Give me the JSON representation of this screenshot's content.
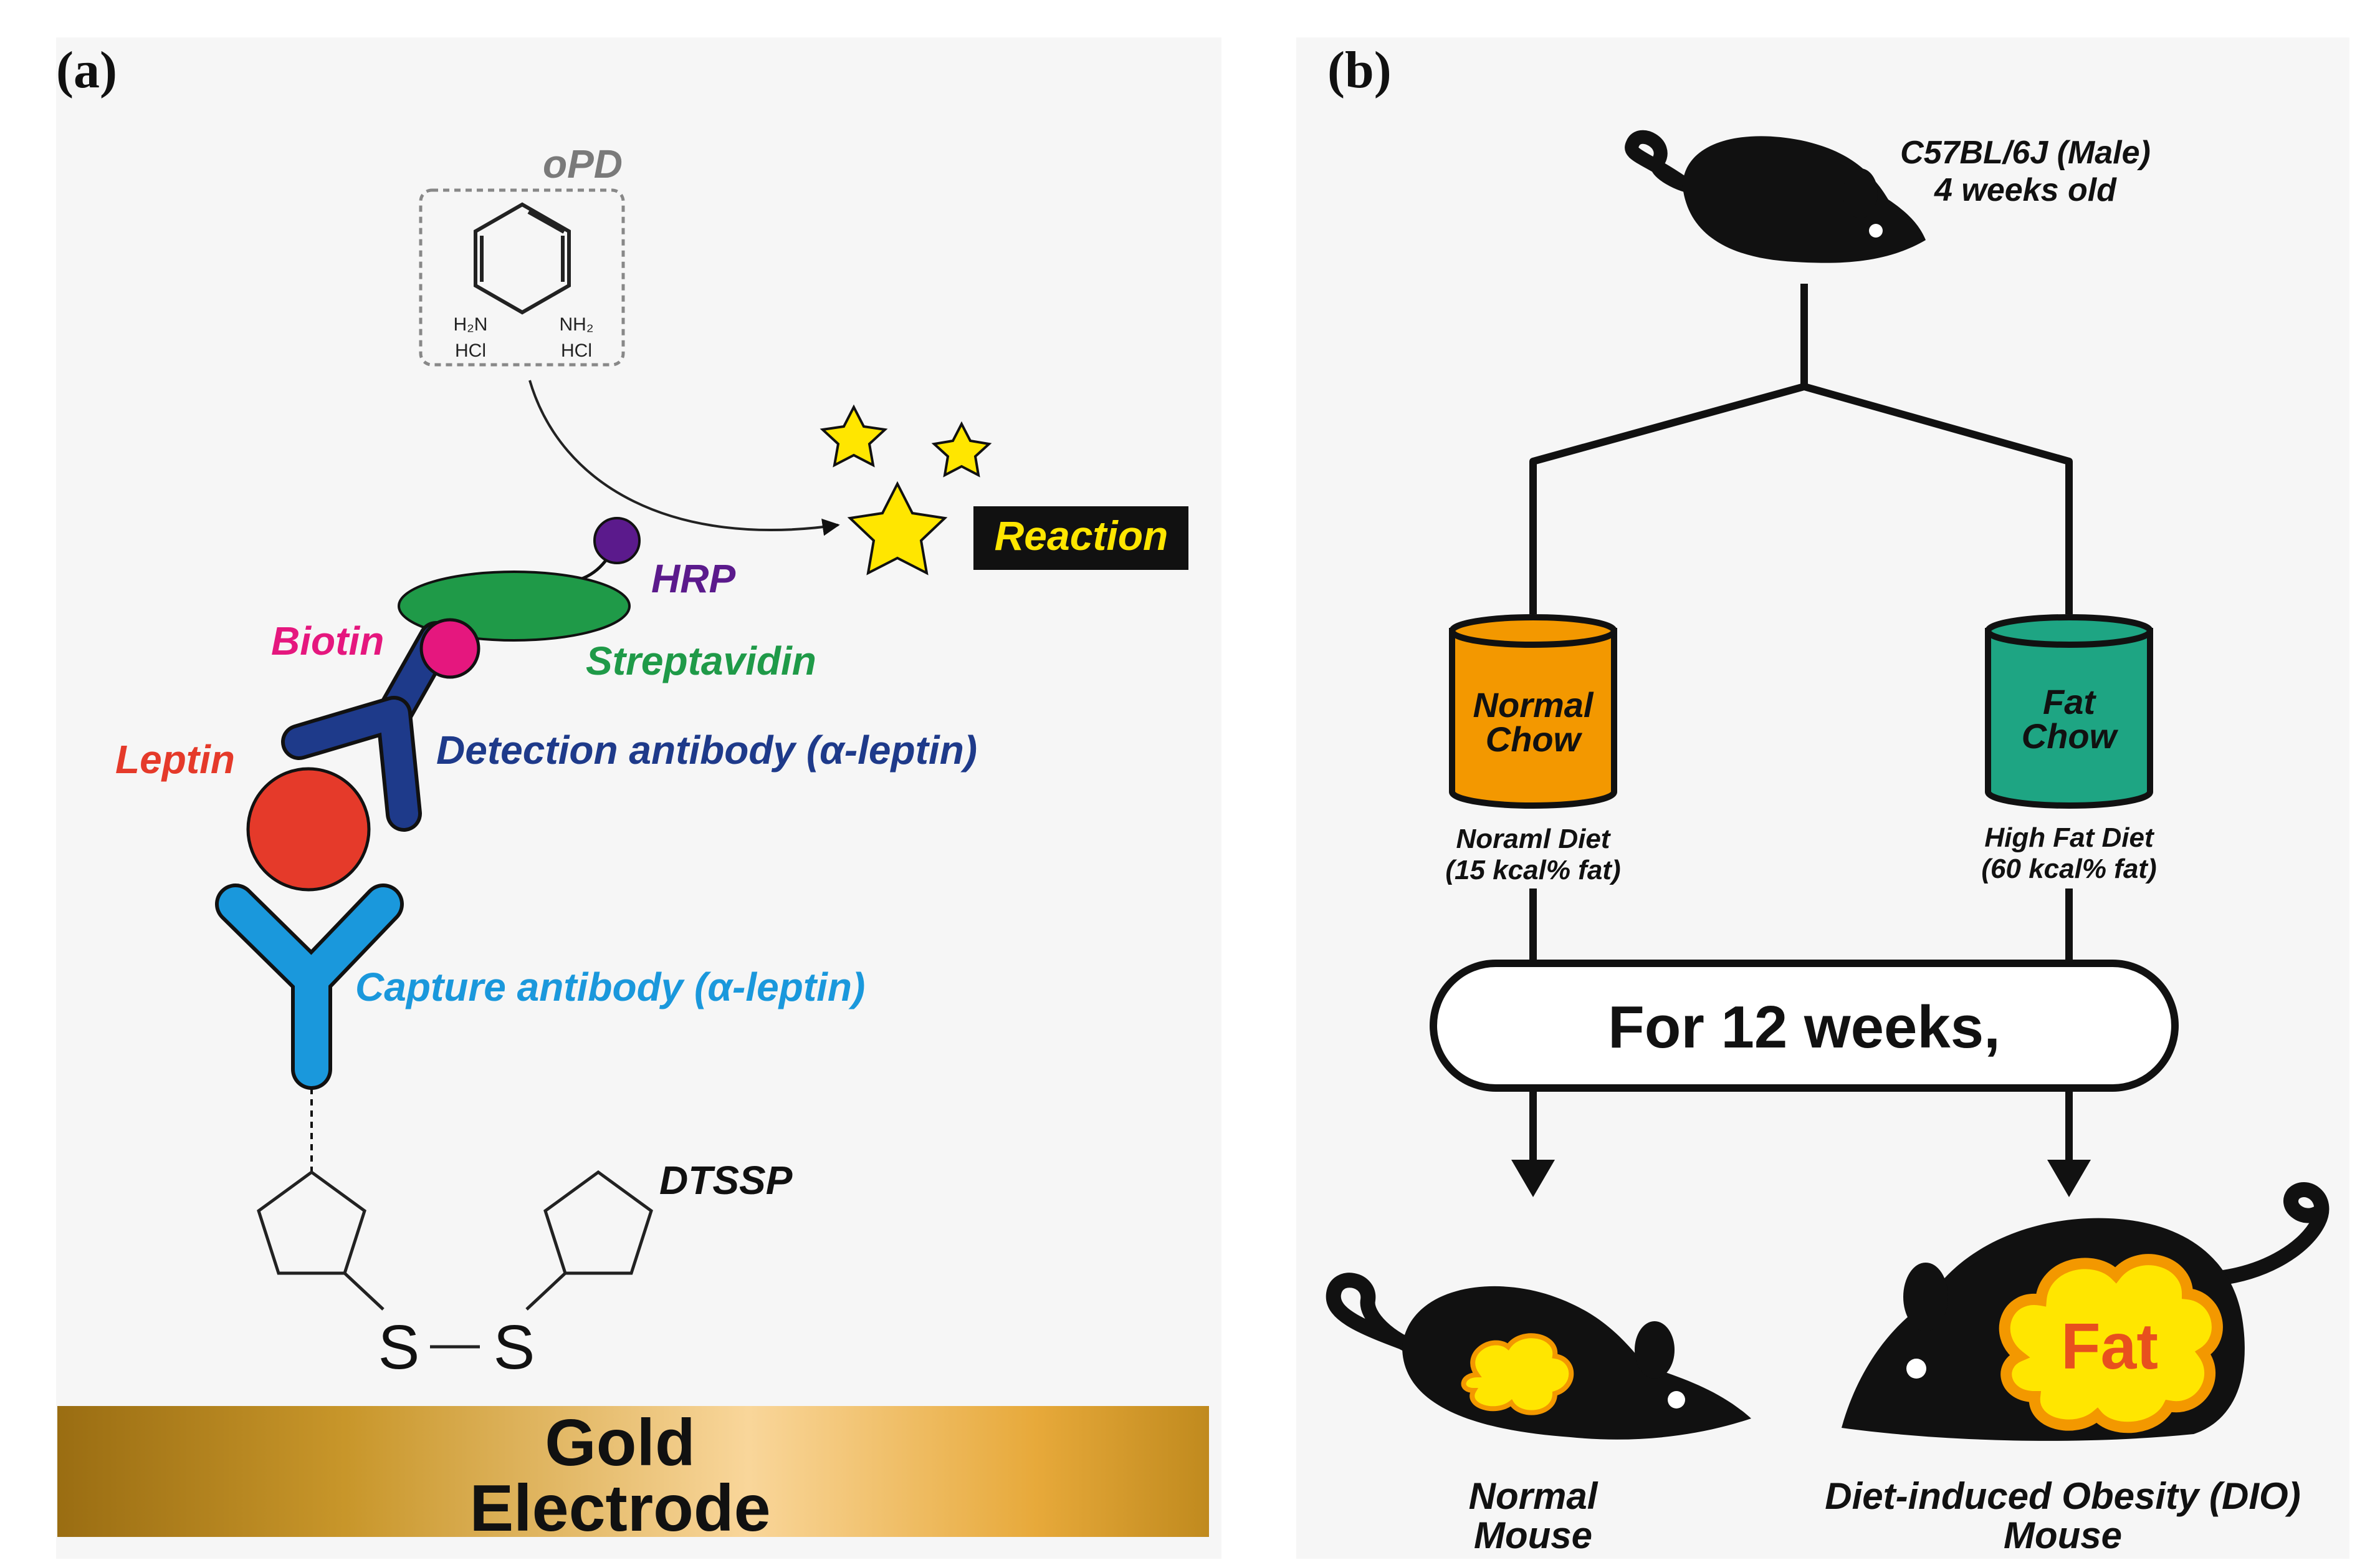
{
  "panel_a": {
    "label": "(a)",
    "opd": {
      "label": "oPD",
      "left_amine": "H₂N",
      "right_amine": "NH₂",
      "left_salt": "HCl",
      "right_salt": "HCl"
    },
    "reaction_label": "Reaction",
    "hrp_label": "HRP",
    "biotin_label": "Biotin",
    "streptavidin_label": "Streptavidin",
    "leptin_label": "Leptin",
    "detection_antibody_label": "Detection antibody (α-leptin)",
    "capture_antibody_label": "Capture antibody (α-leptin)",
    "dtssp_label": "DTSSP",
    "sulfur_left": "S",
    "sulfur_right": "S",
    "electrode_line1": "Gold",
    "electrode_line2": "Electrode",
    "colors": {
      "hrp": "#5b1a8c",
      "biotin": "#e5177e",
      "streptavidin": "#1f9a48",
      "leptin": "#e53a2a",
      "detection_antibody": "#1e3a8a",
      "capture_antibody": "#1a98dc",
      "star": "#ffe600",
      "gold": "#c8962a"
    }
  },
  "panel_b": {
    "label": "(b)",
    "strain_line1": "C57BL/6J (Male)",
    "strain_line2": "4 weeks old",
    "normal_can_line1": "Normal",
    "normal_can_line2": "Chow",
    "fat_can_line1": "Fat",
    "fat_can_line2": "Chow",
    "normal_diet_line1": "Noraml Diet",
    "normal_diet_line2": "(15 kcal% fat)",
    "fat_diet_line1": "High Fat Diet",
    "fat_diet_line2": "(60 kcal% fat)",
    "duration": "For 12 weeks,",
    "fat_word": "Fat",
    "normal_mouse_line1": "Normal",
    "normal_mouse_line2": "Mouse",
    "dio_mouse_line1": "Diet-induced Obesity (DIO)",
    "dio_mouse_line2": "Mouse",
    "colors": {
      "normal_can": "#f39800",
      "fat_can": "#1ea583",
      "fat_blob": "#ffe600",
      "fat_outline": "#f39800",
      "fat_text": "#e8501e"
    }
  }
}
